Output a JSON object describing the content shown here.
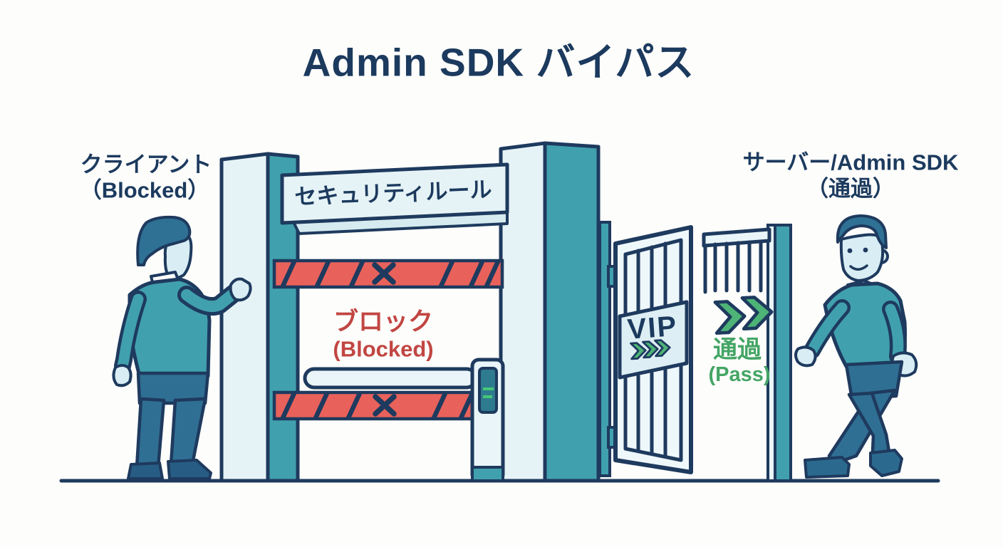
{
  "title": "Admin SDK バイパス",
  "client_label": {
    "line1": "クライアント",
    "line2": "（Blocked）"
  },
  "server_label": {
    "line1": "サーバー/Admin SDK",
    "line2": "（通過）"
  },
  "security_sign": "セキュリティルール",
  "blocked_label": {
    "line1": "ブロック",
    "line2": "(Blocked)"
  },
  "vip_sign": "VIP",
  "pass_label": {
    "line1": "通過",
    "line2": "(Pass)"
  },
  "icons": {
    "vip_chevrons": "chevron-right-icon",
    "pass_chevrons": "chevron-right-icon",
    "barrier_cross": "x-mark-icon"
  },
  "colors": {
    "outline_navy": "#1e3a5e",
    "text_navy": "#1c3a5e",
    "teal": "#41a0ae",
    "panel_light": "#e6f3f6",
    "barrier_red": "#e8625b",
    "blocked_text_red": "#c14642",
    "pass_green": "#4db377",
    "pass_text_green": "#44a565",
    "skin_light_blue": "#d9edf4",
    "hair_blue": "#2e7195",
    "pants_blue": "#2f6f93",
    "background": "#fdfdfb"
  }
}
